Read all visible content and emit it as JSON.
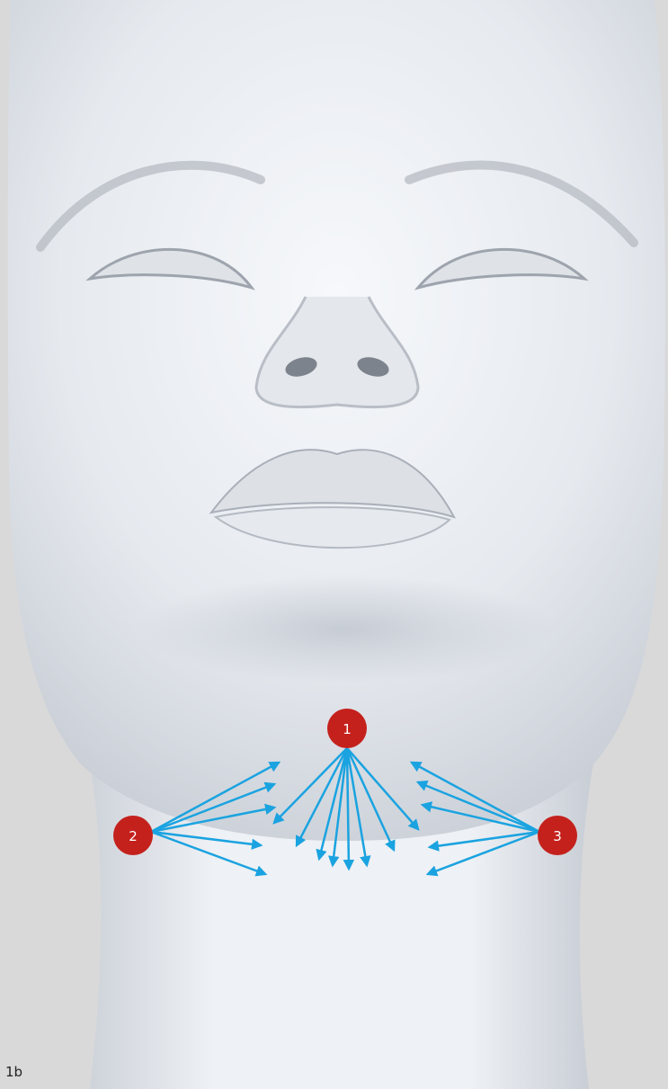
{
  "figure_label": "1b",
  "colors": {
    "background": "#d9d9d9",
    "skin": "#e9edf1",
    "marker": "#c4211d",
    "arrow": "#1aa3e0"
  },
  "markers": [
    {
      "id": "marker-1",
      "label": "1",
      "arrow_count": 8
    },
    {
      "id": "marker-2",
      "label": "2",
      "arrow_count": 5
    },
    {
      "id": "marker-3",
      "label": "3",
      "arrow_count": 5
    }
  ],
  "illustration": "face-from-below-icon"
}
